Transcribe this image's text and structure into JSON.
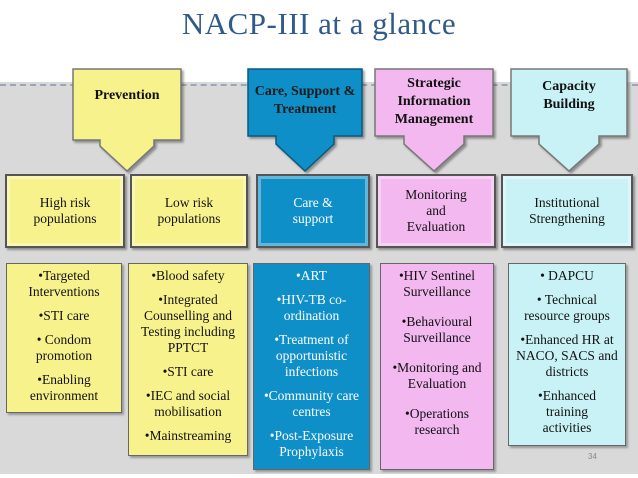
{
  "title": "NACP-III at a glance",
  "colors": {
    "yellow": "#f8f28c",
    "blue": "#0f8fc8",
    "pink": "#f2b8ef",
    "cyan": "#c9f2f6"
  },
  "arrows": [
    {
      "label": "Prevention"
    },
    {
      "label": "Care, Support & Treatment"
    },
    {
      "label": "Strategic Information Management"
    },
    {
      "label": "Capacity Building"
    }
  ],
  "boxes": [
    {
      "label": "High risk populations"
    },
    {
      "label": "Low risk populations"
    },
    {
      "label": "Care & support"
    },
    {
      "label": "Monitoring and Evaluation"
    },
    {
      "label": "Institutional Strengthening"
    }
  ],
  "lists": [
    {
      "items": [
        "•Targeted Interventions",
        "•STI care",
        "• Condom promotion",
        "•Enabling environment"
      ]
    },
    {
      "items": [
        "•Blood safety",
        "•Integrated Counselling and Testing including PPTCT",
        "•STI care",
        "•IEC and social mobilisation",
        "•Mainstreaming"
      ]
    },
    {
      "items": [
        "•ART",
        "•HIV-TB co-ordination",
        "•Treatment of opportunistic infections",
        "•Community care centres",
        "•Post-Exposure Prophylaxis"
      ]
    },
    {
      "items": [
        "•HIV Sentinel Surveillance",
        "•Behavioural Surveillance",
        "•Monitoring and Evaluation",
        "•Operations research"
      ]
    },
    {
      "items": [
        "• DAPCU",
        "• Technical resource groups",
        "•Enhanced HR at NACO, SACS and districts",
        "•Enhanced training activities"
      ]
    }
  ],
  "page_number": "34"
}
